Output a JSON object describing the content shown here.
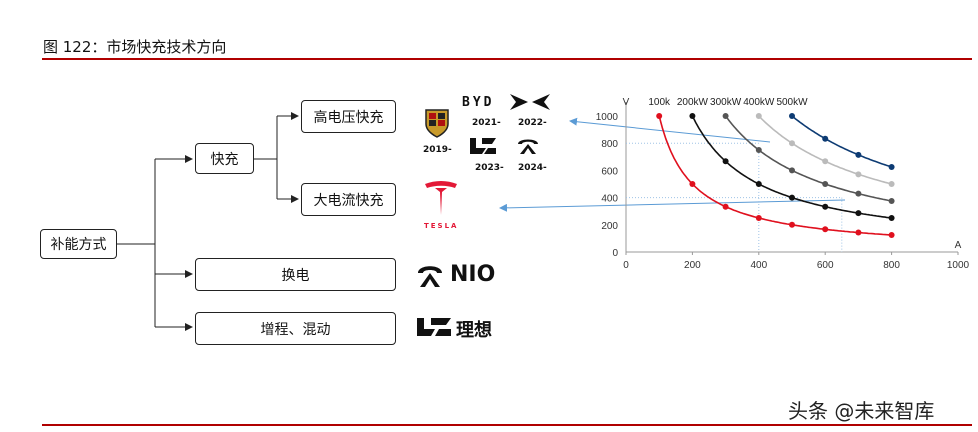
{
  "figure": {
    "title": "图 122：市场快充技术方向",
    "watermark": "头条 @未来智库"
  },
  "tree": {
    "root": "补能方式",
    "fast_charge": "快充",
    "high_voltage": "高电压快充",
    "high_current": "大电流快充",
    "battery_swap": "换电",
    "range_extender": "增程、混动"
  },
  "brands": {
    "porsche_year": "2019-",
    "byd_text": "BYD",
    "byd_year": "2021-",
    "xpeng_year": "2022-",
    "lixiang_year": "2023-",
    "nio_year": "2024-",
    "tesla_text": "TESLA",
    "nio_text": "NIO",
    "lixiang_text": "理想"
  },
  "colors": {
    "rule": "#b00000",
    "series_100k": "#e0101e",
    "series_200kW": "#111111",
    "series_300kW": "#555555",
    "series_400kW": "#bbbbbb",
    "series_500kW": "#0d3b73",
    "arrow": "#5b9bd5"
  },
  "chart_data": {
    "type": "line",
    "xlabel": "A",
    "ylabel": "V",
    "xlim": [
      0,
      1000
    ],
    "ylim": [
      0,
      1000
    ],
    "xticks": [
      0,
      200,
      400,
      600,
      800,
      1000
    ],
    "yticks": [
      0,
      200,
      400,
      600,
      800,
      1000
    ],
    "series": [
      {
        "name": "100k",
        "x": [
          100,
          200,
          300,
          400,
          500,
          600,
          700,
          800
        ],
        "y": [
          1000,
          500,
          333,
          250,
          200,
          167,
          143,
          125
        ]
      },
      {
        "name": "200kW",
        "x": [
          200,
          300,
          400,
          500,
          600,
          700,
          800
        ],
        "y": [
          1000,
          667,
          500,
          400,
          333,
          286,
          250
        ]
      },
      {
        "name": "300kW",
        "x": [
          300,
          400,
          500,
          600,
          700,
          800
        ],
        "y": [
          1000,
          750,
          600,
          500,
          429,
          375
        ]
      },
      {
        "name": "400kW",
        "x": [
          400,
          500,
          600,
          700,
          800
        ],
        "y": [
          1000,
          800,
          667,
          571,
          500
        ]
      },
      {
        "name": "500kW",
        "x": [
          500,
          600,
          700,
          800
        ],
        "y": [
          1000,
          833,
          714,
          625
        ]
      }
    ]
  }
}
